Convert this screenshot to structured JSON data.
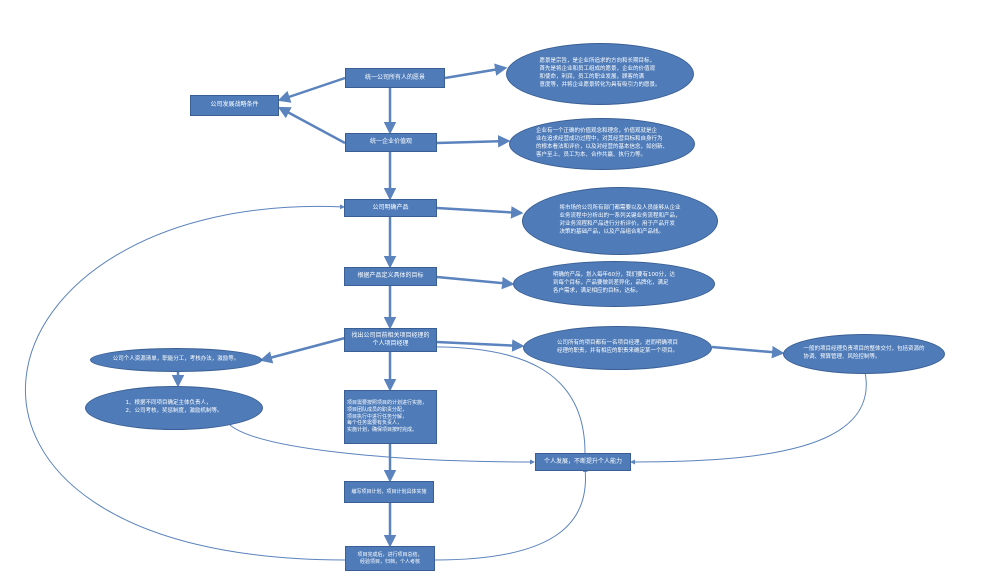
{
  "colors": {
    "node_fill": "#4f7cb9",
    "node_border": "#3a5f94",
    "connector": "#5b83bd",
    "text": "#ffffff"
  },
  "nodes": {
    "company_conditions": "公司发展战略条件",
    "unify_values": "统一公司所有人的愿景",
    "unify_values_desc": "愿景是宗旨，是企业所追求的方向和长期目标，\n首先是将企业和员工组成的愿景，企业的价值观\n和使命，利润，员工的职业发展，顾客的满\n意度等，并将企业愿景转化为具有吸引力的愿景。",
    "unify_culture": "统一企业价值观",
    "unify_culture_desc": "企业有一个正确的价值观念和理念，价值观就是企\n业在追求经营成功过程中，对其经营目标和自身行为\n的根本看法和评价，以及对经营的基本信念，如创新、\n客户至上、员工为本、合作共赢、执行力等。",
    "company_product": "公司明确产品",
    "company_product_desc": "将市场的公司所有部门都需要以及人员能够从企业\n业务流程中分析出的一系列关键业务流程和产品，\n对业务流程和产品进行分析评价，用于产品开发\n决策的基础产品，以及产品组合和产品线。",
    "product_goal": "根据产品定义具体的目标",
    "product_goal_desc": "明确的产品，划入每年60分，我们要有100分，达\n到每个目标，产品要做到差异化，品牌化，满足\n各户需求，满足相应的目标，达标。",
    "project_manager": "找出公司目前相关项目经理的\n个人项目经理",
    "project_manager_desc": "公司所有的项目都有一名项目经理，进而明确项目\n经理的职责，并有相应的职责来确定某一个项目。",
    "project_result": "一般的项目经理负责项目的整体交付，包括资源的\n协调、预算管理、风险控制等。",
    "left_team": "公司个人资源清单，职能分工，考核办法，激励等。",
    "left_steps": "1、根据不同项目确定主体负责人，\n2、公司考核，奖惩制度，激励机制等。",
    "center_plan": "项目需要按照项目的计划进行实施，\n项目团队成员的职责分配，\n项目执行中进行任务分解，\n每个任务需要有负责人，\n实施计划，确保项目按时完成。",
    "team_build": "个人发展，不断提升个人能力",
    "implement": "编写项目计划，项目计划具体实施",
    "launch": "项目完成后，进行项目总结，\n经验项目，归档，个人考核"
  }
}
